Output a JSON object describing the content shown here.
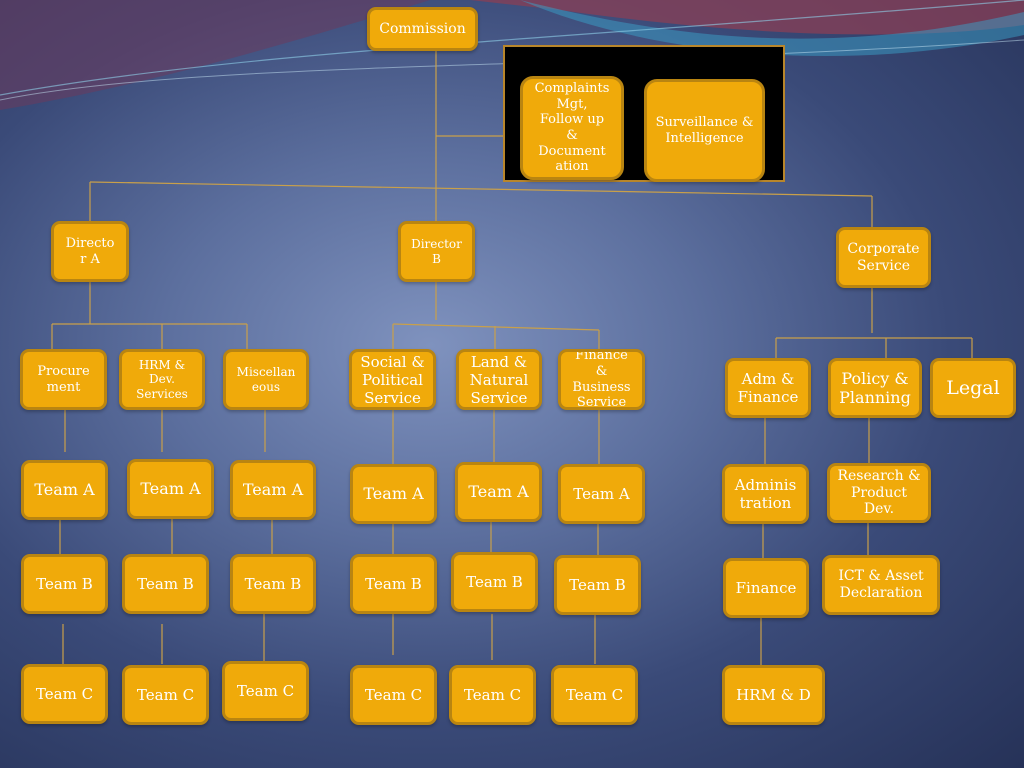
{
  "org_chart": {
    "commission": "Commission",
    "complaints": "Complaints\nMgt,\nFollow up\n&\nDocument\nation",
    "surveillance": "Surveillance &\nIntelligence",
    "director_a": "Directo\nr A",
    "director_b": "Director\nB",
    "corporate_service": "Corporate\nService",
    "procurement": "Procure\nment",
    "hrm_dev_services": "HRM &\nDev.\nServices",
    "miscellaneous": "Miscellan\neous",
    "social_political": "Social &\nPolitical\nService",
    "land_natural": "Land &\nNatural\nService",
    "finance_business": "Finance\n&\nBusiness\nService",
    "adm_finance": "Adm &\nFinance",
    "policy_planning": "Policy &\nPlanning",
    "legal": "Legal",
    "team_a": "Team A",
    "team_b": "Team B",
    "team_c": "Team C",
    "administration": "Adminis\ntration",
    "research_product_dev": "Research &\nProduct\nDev.",
    "finance": "Finance",
    "ict_asset_declaration": "ICT & Asset\nDeclaration",
    "hrm_d": "HRM & D"
  }
}
